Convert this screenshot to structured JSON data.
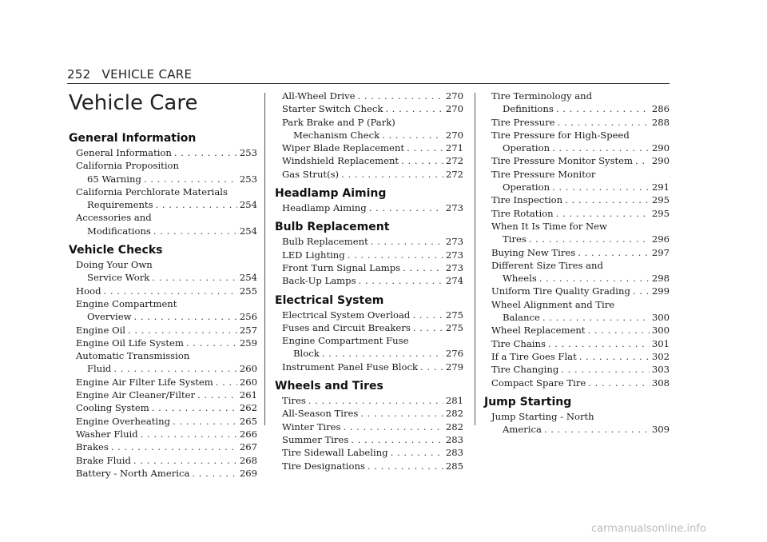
{
  "header": {
    "page_number": "252",
    "section": "VEHICLE CARE"
  },
  "title": "Vehicle Care",
  "columns": [
    {
      "blocks": [
        {
          "heading": "General Information",
          "entries": [
            {
              "lines": [
                "General Information"
              ],
              "page": "253"
            },
            {
              "lines": [
                "California Proposition",
                "65 Warning"
              ],
              "page": "253"
            },
            {
              "lines": [
                "California Perchlorate Materials",
                "Requirements"
              ],
              "page": "254"
            },
            {
              "lines": [
                "Accessories and",
                "Modifications"
              ],
              "page": "254"
            }
          ]
        },
        {
          "heading": "Vehicle Checks",
          "entries": [
            {
              "lines": [
                "Doing Your Own",
                "Service Work"
              ],
              "page": "254"
            },
            {
              "lines": [
                "Hood"
              ],
              "page": "255"
            },
            {
              "lines": [
                "Engine Compartment",
                "Overview"
              ],
              "page": "256"
            },
            {
              "lines": [
                "Engine Oil"
              ],
              "page": "257"
            },
            {
              "lines": [
                "Engine Oil Life System"
              ],
              "page": "259"
            },
            {
              "lines": [
                "Automatic Transmission",
                "Fluid"
              ],
              "page": "260"
            },
            {
              "lines": [
                "Engine Air Filter Life System"
              ],
              "page": "260"
            },
            {
              "lines": [
                "Engine Air Cleaner/Filter"
              ],
              "page": "261"
            },
            {
              "lines": [
                "Cooling System"
              ],
              "page": "262"
            },
            {
              "lines": [
                "Engine Overheating"
              ],
              "page": "265"
            },
            {
              "lines": [
                "Washer Fluid"
              ],
              "page": "266"
            },
            {
              "lines": [
                "Brakes"
              ],
              "page": "267"
            },
            {
              "lines": [
                "Brake Fluid"
              ],
              "page": "268"
            },
            {
              "lines": [
                "Battery - North America"
              ],
              "page": "269"
            }
          ]
        }
      ]
    },
    {
      "blocks": [
        {
          "heading": "",
          "entries": [
            {
              "lines": [
                "All-Wheel Drive"
              ],
              "page": "270"
            },
            {
              "lines": [
                "Starter Switch Check"
              ],
              "page": "270"
            },
            {
              "lines": [
                "Park Brake and P (Park)",
                "Mechanism Check"
              ],
              "page": "270"
            },
            {
              "lines": [
                "Wiper Blade Replacement"
              ],
              "page": "271"
            },
            {
              "lines": [
                "Windshield Replacement"
              ],
              "page": "272"
            },
            {
              "lines": [
                "Gas Strut(s)"
              ],
              "page": "272"
            }
          ]
        },
        {
          "heading": "Headlamp Aiming",
          "entries": [
            {
              "lines": [
                "Headlamp Aiming"
              ],
              "page": "273"
            }
          ]
        },
        {
          "heading": "Bulb Replacement",
          "entries": [
            {
              "lines": [
                "Bulb Replacement"
              ],
              "page": "273"
            },
            {
              "lines": [
                "LED Lighting"
              ],
              "page": "273"
            },
            {
              "lines": [
                "Front Turn Signal Lamps"
              ],
              "page": "273"
            },
            {
              "lines": [
                "Back-Up Lamps"
              ],
              "page": "274"
            }
          ]
        },
        {
          "heading": "Electrical System",
          "entries": [
            {
              "lines": [
                "Electrical System Overload"
              ],
              "page": "275"
            },
            {
              "lines": [
                "Fuses and Circuit Breakers"
              ],
              "page": "275"
            },
            {
              "lines": [
                "Engine Compartment Fuse",
                "Block"
              ],
              "page": "276"
            },
            {
              "lines": [
                "Instrument Panel Fuse Block"
              ],
              "page": "279"
            }
          ]
        },
        {
          "heading": "Wheels and Tires",
          "entries": [
            {
              "lines": [
                "Tires"
              ],
              "page": "281"
            },
            {
              "lines": [
                "All-Season Tires"
              ],
              "page": "282"
            },
            {
              "lines": [
                "Winter Tires"
              ],
              "page": "282"
            },
            {
              "lines": [
                "Summer Tires"
              ],
              "page": "283"
            },
            {
              "lines": [
                "Tire Sidewall Labeling"
              ],
              "page": "283"
            },
            {
              "lines": [
                "Tire Designations"
              ],
              "page": "285"
            }
          ]
        }
      ]
    },
    {
      "blocks": [
        {
          "heading": "",
          "entries": [
            {
              "lines": [
                "Tire Terminology and",
                "Definitions"
              ],
              "page": "286"
            },
            {
              "lines": [
                "Tire Pressure"
              ],
              "page": "288"
            },
            {
              "lines": [
                "Tire Pressure for High-Speed",
                "Operation"
              ],
              "page": "290"
            },
            {
              "lines": [
                "Tire Pressure Monitor System"
              ],
              "page": "290"
            },
            {
              "lines": [
                "Tire Pressure Monitor",
                "Operation"
              ],
              "page": "291"
            },
            {
              "lines": [
                "Tire Inspection"
              ],
              "page": "295"
            },
            {
              "lines": [
                "Tire Rotation"
              ],
              "page": "295"
            },
            {
              "lines": [
                "When It Is Time for New",
                "Tires"
              ],
              "page": "296"
            },
            {
              "lines": [
                "Buying New Tires"
              ],
              "page": "297"
            },
            {
              "lines": [
                "Different Size Tires and",
                "Wheels"
              ],
              "page": "298"
            },
            {
              "lines": [
                "Uniform Tire Quality Grading"
              ],
              "page": "299"
            },
            {
              "lines": [
                "Wheel Alignment and Tire",
                "Balance"
              ],
              "page": "300"
            },
            {
              "lines": [
                "Wheel Replacement"
              ],
              "page": "300"
            },
            {
              "lines": [
                "Tire Chains"
              ],
              "page": "301"
            },
            {
              "lines": [
                "If a Tire Goes Flat"
              ],
              "page": "302"
            },
            {
              "lines": [
                "Tire Changing"
              ],
              "page": "303"
            },
            {
              "lines": [
                "Compact Spare Tire"
              ],
              "page": "308"
            }
          ]
        },
        {
          "heading": "Jump Starting",
          "entries": [
            {
              "lines": [
                "Jump Starting - North",
                "America"
              ],
              "page": "309"
            }
          ]
        }
      ]
    }
  ],
  "watermark": "carmanualsonline.info"
}
